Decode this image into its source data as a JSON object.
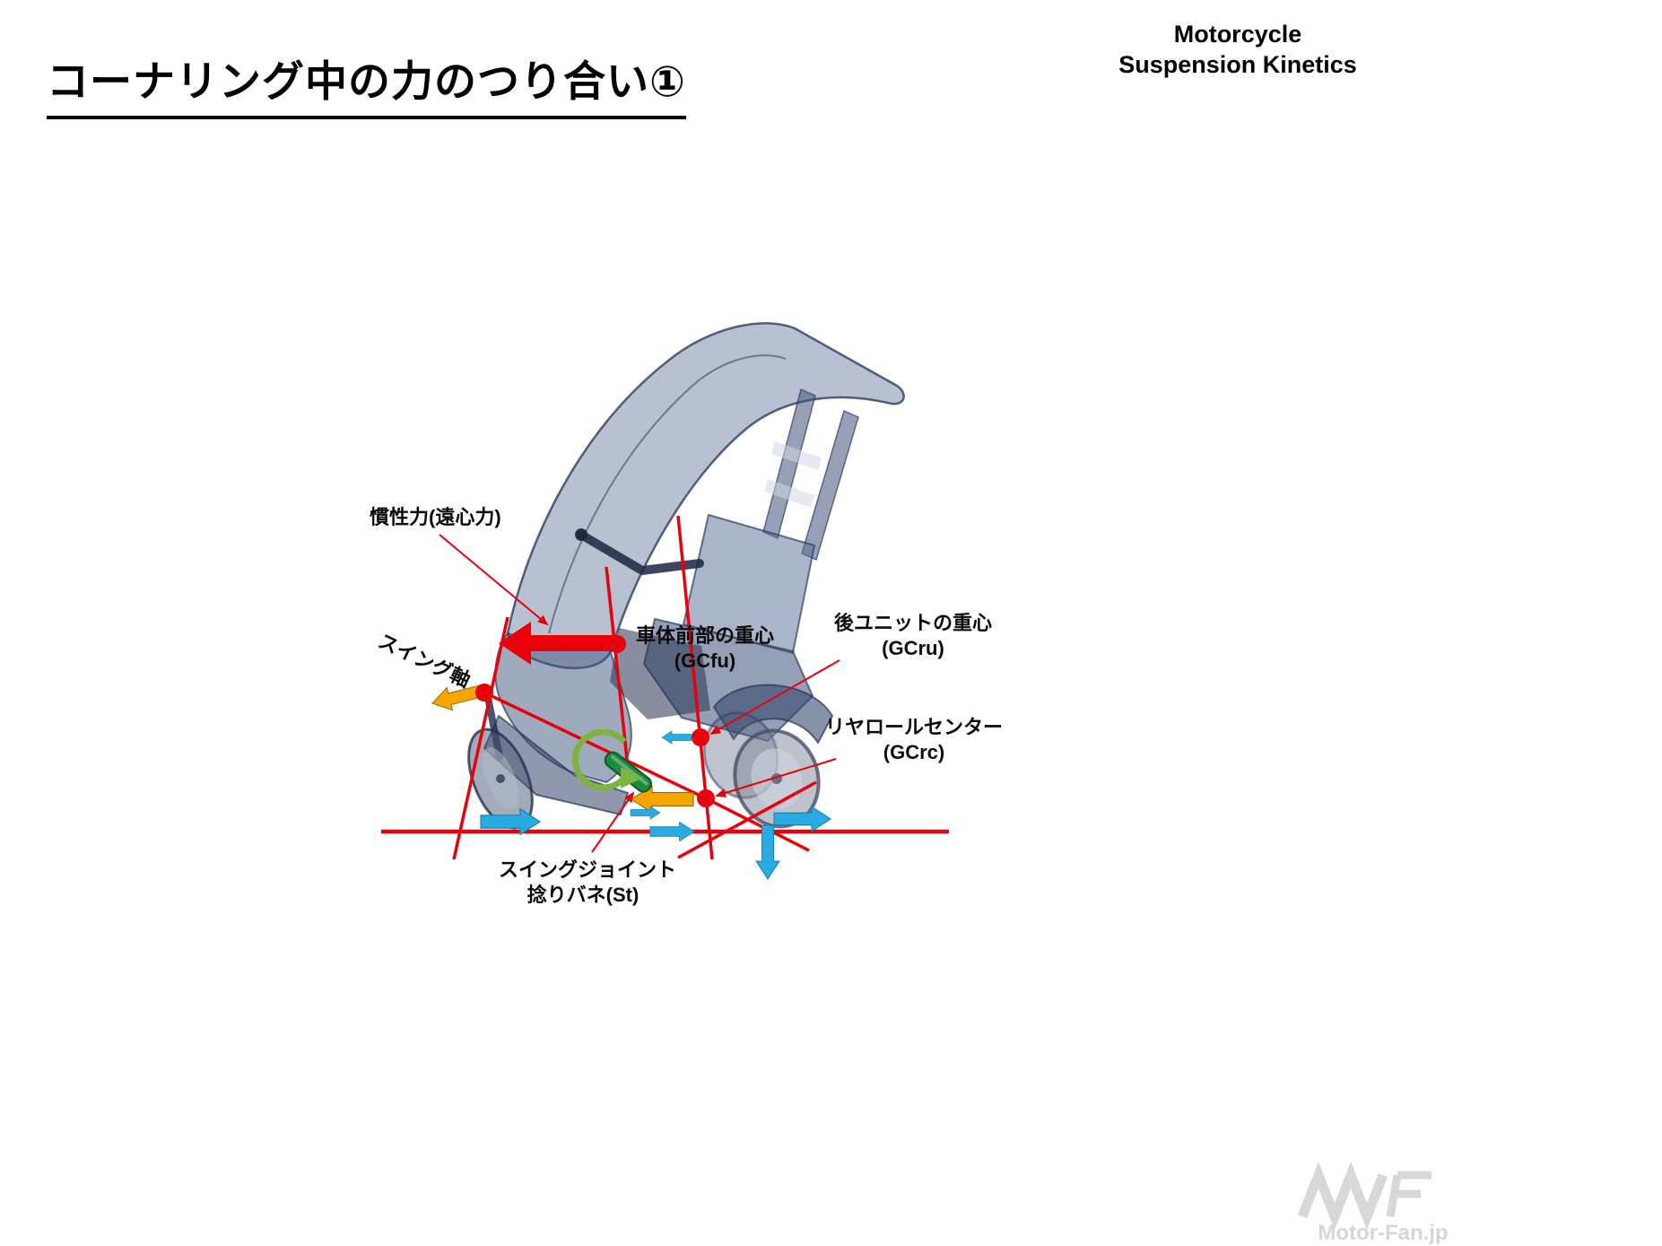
{
  "header": {
    "title": "コーナリング中の力のつり合い①",
    "brand": {
      "line1": "Motorcycle",
      "line2": "Suspension Kinetics"
    }
  },
  "diagram": {
    "labels": {
      "inertia_force": "慣性力(遠心力)",
      "swing_axis": "スイング軸",
      "front_body_cg": "車体前部の重心",
      "front_body_cg_abbr": "(GCfu)",
      "rear_unit_cg": "後ユニットの重心",
      "rear_unit_cg_abbr": "(GCru)",
      "rear_roll_center": "リヤロールセンター",
      "rear_roll_center_abbr": "(GCrc)",
      "swing_joint": "スイングジョイント",
      "swing_joint_spring": "捻りバネ(St)"
    },
    "colors": {
      "force_line_red": "#e8000b",
      "arrow_cyan": "#29abe2",
      "arrow_orange": "#f7a600",
      "rotation_arrow_green": "#7cb342",
      "spring_green": "#1e8a3c",
      "vehicle_body_blue": "#50648c"
    }
  },
  "watermark": {
    "text": "Motor-Fan.jp"
  }
}
